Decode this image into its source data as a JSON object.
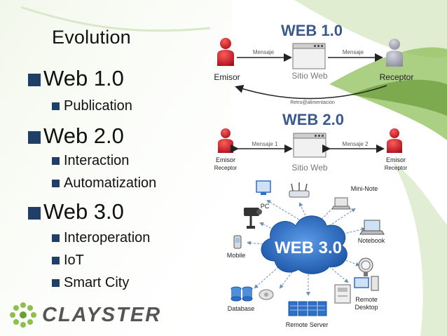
{
  "slide": {
    "title": "Evolution",
    "bullets": [
      {
        "label": "Web 1.0",
        "sub": [
          "Publication"
        ]
      },
      {
        "label": "Web 2.0",
        "sub": [
          "Interaction",
          "Automatization"
        ]
      },
      {
        "label": "Web 3.0",
        "sub": [
          "Interoperation",
          "IoT",
          "Smart City"
        ]
      }
    ]
  },
  "web1": {
    "heading": "WEB 1.0",
    "sender": "Emisor",
    "site": "Sitio Web",
    "receiver": "Receptor",
    "msg_left": "Mensaje",
    "msg_right": "Mensaje",
    "feedback": "Retro@alimentación"
  },
  "web2": {
    "heading": "WEB 2.0",
    "left_line1": "Emisor",
    "left_line2": "Receptor",
    "site": "Sitio Web",
    "right_line1": "Emisor",
    "right_line2": "Receptor",
    "msg1": "Mensaje 1",
    "msg2": "Mensaje 2"
  },
  "web3": {
    "cloud_label": "WEB 3.0",
    "devices": {
      "pc": "PC",
      "mini_note": "Mini-Note",
      "notebook": "Notebook",
      "mobile": "Mobile",
      "remote_desktop_1": "Remote",
      "remote_desktop_2": "Desktop",
      "database": "Database",
      "remote_server": "Remote Server"
    }
  },
  "logo": {
    "text": "CLAYSTER"
  },
  "colors": {
    "bullet": "#1f3f66",
    "heading_blue": "#3a5a8f",
    "person_red": "#cc1f2a",
    "person_gray": "#9a9aaa",
    "cloud_blue": "#2e6fc9",
    "swoosh_green": "#7fb04a"
  }
}
